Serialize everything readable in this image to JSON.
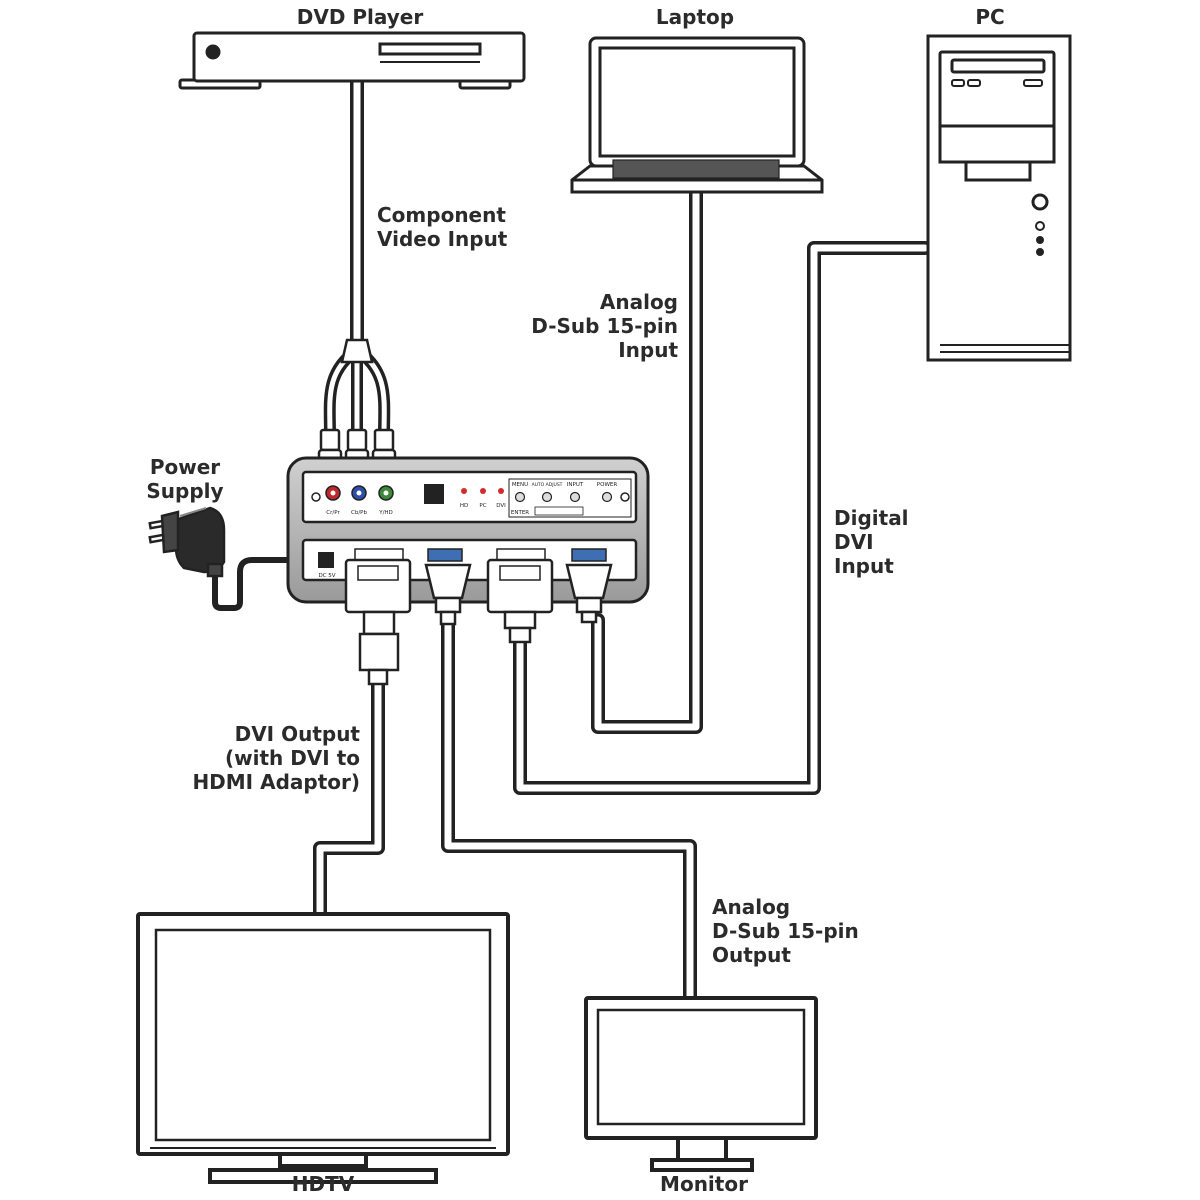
{
  "devices": {
    "dvd_player": "DVD Player",
    "laptop": "Laptop",
    "pc": "PC",
    "hdtv": "HDTV",
    "monitor": "Monitor",
    "power_supply": [
      "Power",
      "Supply"
    ]
  },
  "connections": {
    "component": [
      "Component",
      "Video Input"
    ],
    "analog_input": [
      "Analog",
      "D-Sub 15-pin",
      "Input"
    ],
    "digital_dvi": [
      "Digital",
      "DVI",
      "Input"
    ],
    "dvi_output": [
      "DVI Output",
      "(with DVI to",
      "HDMI Adaptor)"
    ],
    "analog_output": [
      "Analog",
      "D-Sub 15-pin",
      "Output"
    ]
  },
  "panel": {
    "front_jacks": [
      "Cr/Pr",
      "Cb/Pb",
      "Y/HD"
    ],
    "leds": [
      "HD",
      "PC",
      "DVI"
    ],
    "buttons": [
      "MENU",
      "AUTO ADJUST",
      "INPUT",
      "POWER"
    ],
    "enter": "ENTER",
    "dc": "DC 5V"
  },
  "colors": {
    "outline": "#222222",
    "cable_fill": "#ffffff",
    "body_gray": "#b8b8b8",
    "jack_red": "#c0282d",
    "jack_blue": "#2d4fa8",
    "jack_green": "#3a8a3a",
    "led_red": "#d42a2a",
    "vga_blue": "#3f6fb3"
  }
}
